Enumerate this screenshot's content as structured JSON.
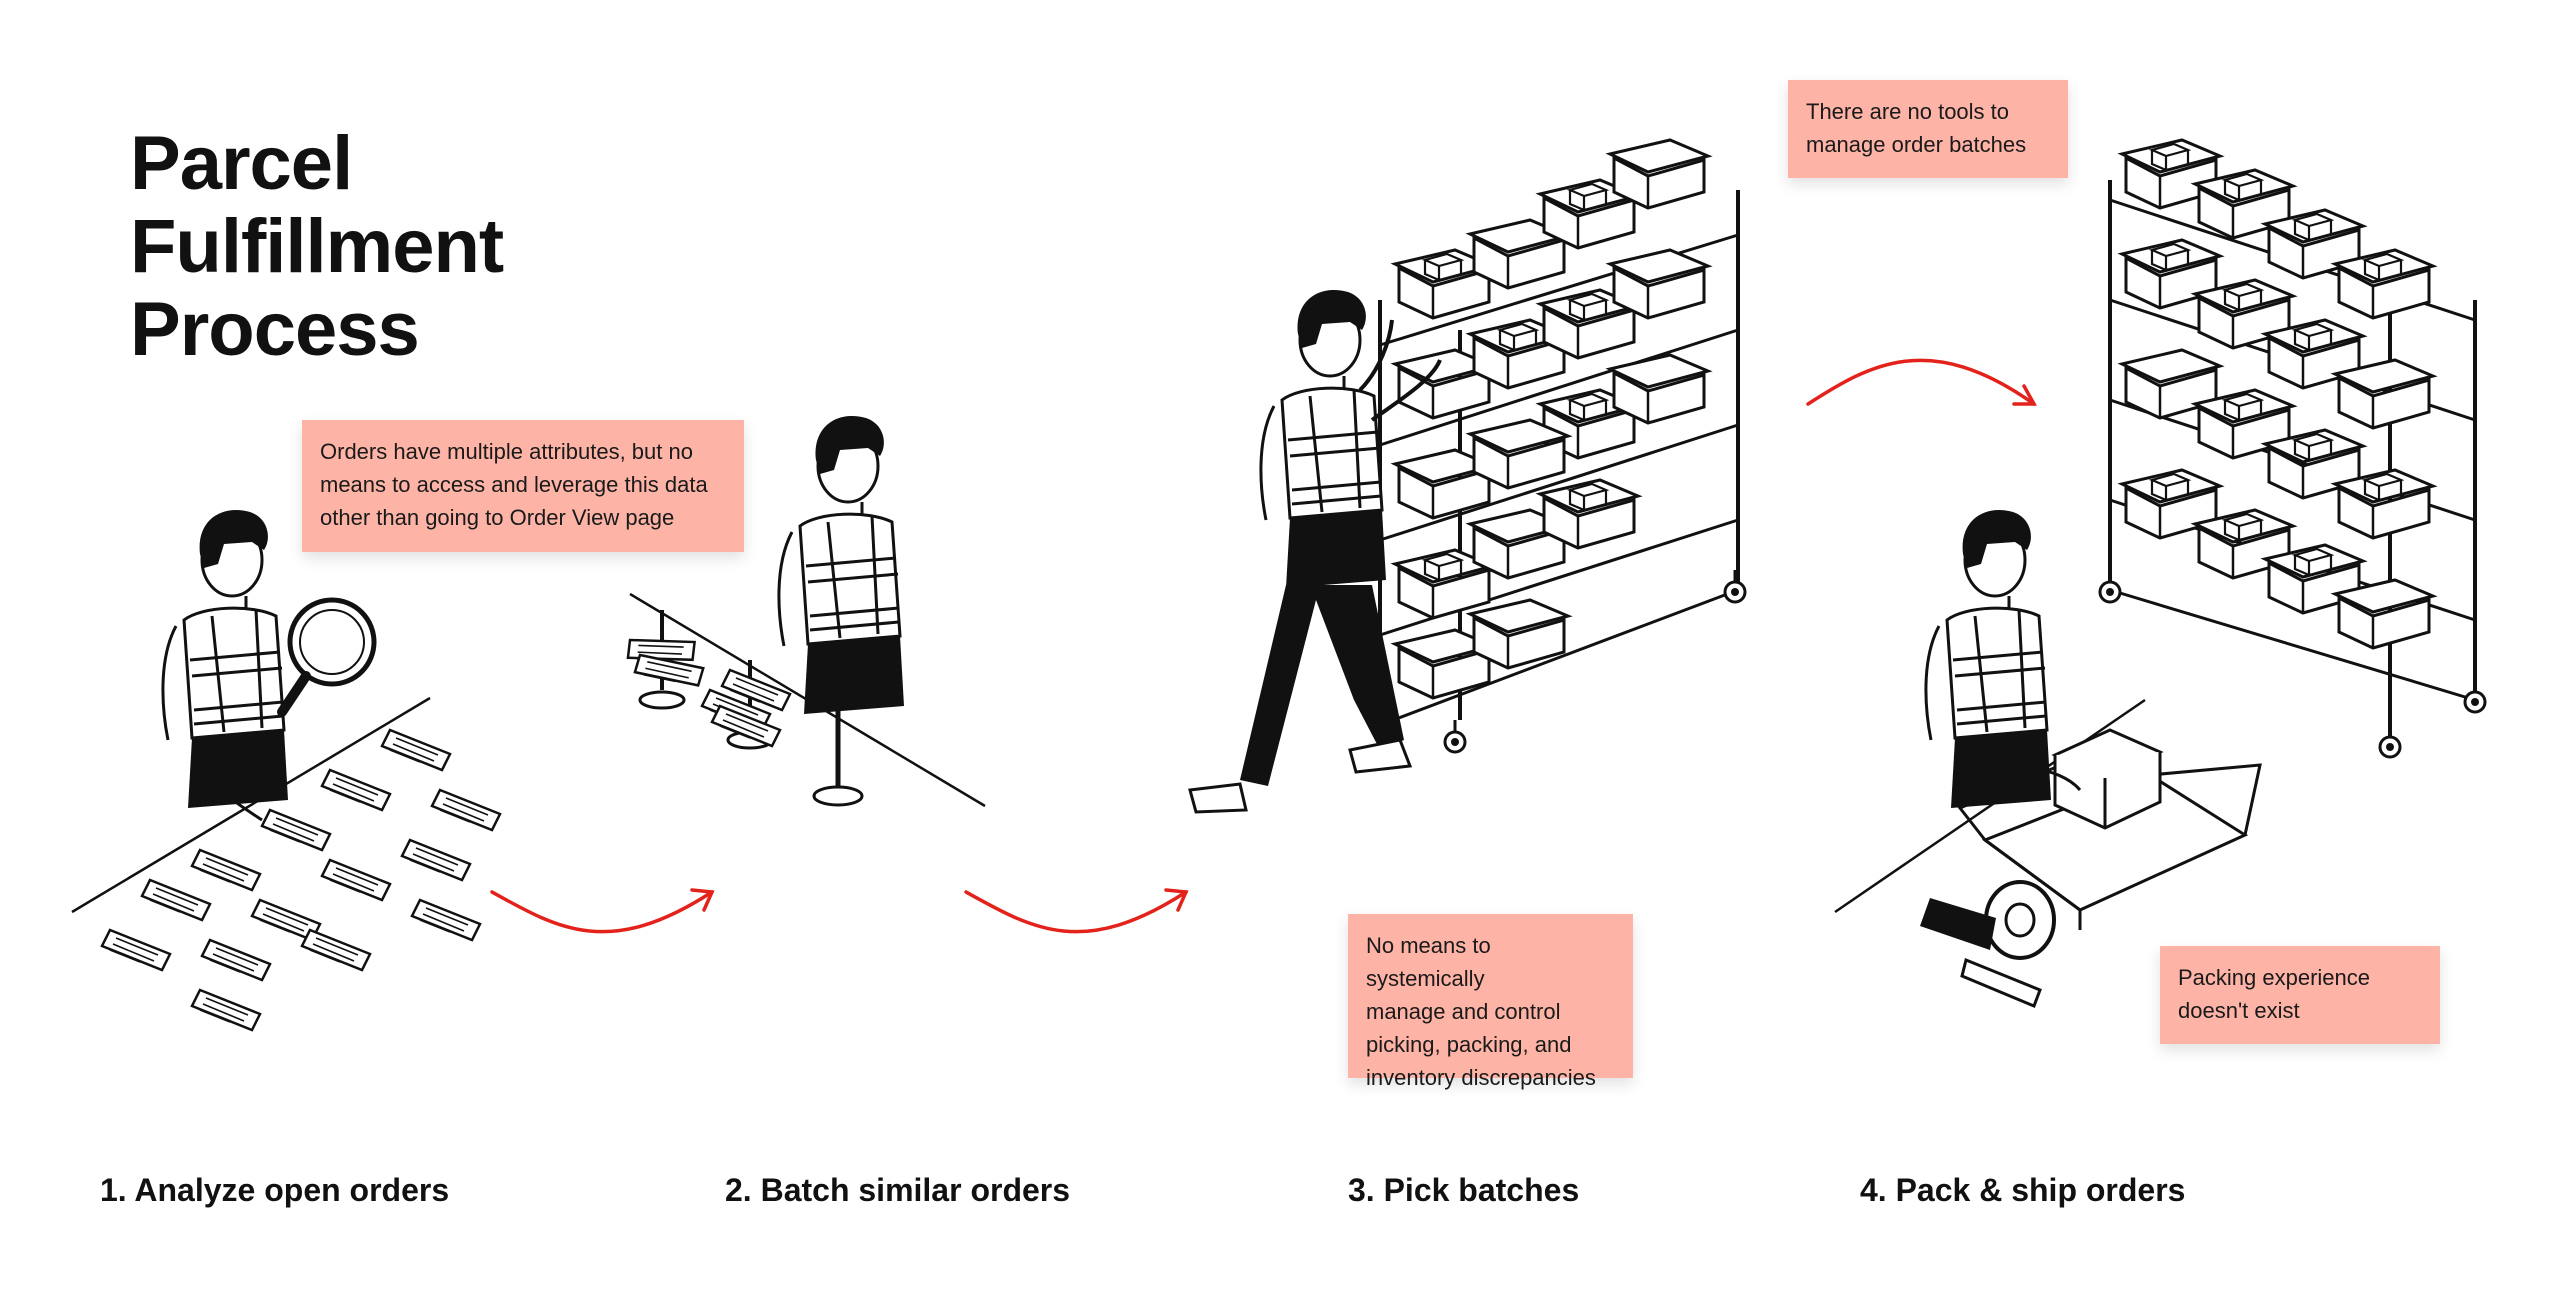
{
  "title": {
    "lines": [
      "Parcel",
      "Fulfillment",
      "Process"
    ]
  },
  "notes": {
    "order_attributes": [
      "Orders have multiple attributes, but no",
      "means to access and leverage this data",
      "other than going to Order View page"
    ],
    "no_tools": [
      "There are no tools to",
      "manage order batches"
    ],
    "no_systemic": [
      "No means to systemically",
      "manage and control",
      "picking, packing, and",
      "inventory discrepancies"
    ],
    "packing": [
      "Packing experience",
      "doesn't exist"
    ]
  },
  "steps": [
    {
      "label": "1. Analyze open orders"
    },
    {
      "label": "2. Batch similar orders"
    },
    {
      "label": "3. Pick batches"
    },
    {
      "label": "4. Pack & ship orders"
    }
  ],
  "colors": {
    "note_bg": "#fdb3a6",
    "arrow": "#e3231b",
    "ink": "#111111"
  }
}
